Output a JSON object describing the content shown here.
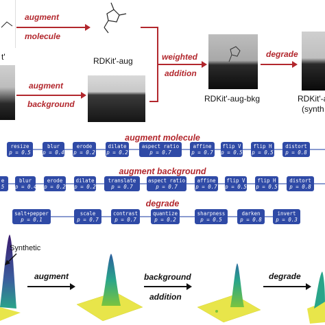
{
  "top": {
    "augment_molecule_label_1": "augment",
    "augment_molecule_label_2": "molecule",
    "augment_background_label_1": "augment",
    "augment_background_label_2": "background",
    "weighted_addition_label_1": "weighted",
    "weighted_addition_label_2": "addition",
    "degrade_label": "degrade",
    "caption_left": "t'",
    "caption_aug": "RDKit'-aug",
    "caption_aug_bkg": "RDKit'-aug-bkg",
    "caption_right_1": "RDKit'-a",
    "caption_right_2": "(synth"
  },
  "sections": {
    "augment_molecule": {
      "title": "augment molecule",
      "ops": [
        {
          "name": "resize",
          "p": "p = 0.5"
        },
        {
          "name": "blur",
          "p": "p = 0.4"
        },
        {
          "name": "erode",
          "p": "p = 0.2"
        },
        {
          "name": "dilate",
          "p": "p = 0.2"
        },
        {
          "name": "aspect ratio",
          "p": "p = 0.7"
        },
        {
          "name": "affine",
          "p": "p = 0.7"
        },
        {
          "name": "flip V",
          "p": "p = 0.5"
        },
        {
          "name": "flip H",
          "p": "p = 0.5"
        },
        {
          "name": "distort",
          "p": "p = 0.8"
        }
      ]
    },
    "augment_background": {
      "title": "augment background",
      "ops": [
        {
          "name": "e",
          "p": "5"
        },
        {
          "name": "blur",
          "p": "p = 0.4"
        },
        {
          "name": "erode",
          "p": "p = 0.2"
        },
        {
          "name": "dilate",
          "p": "p = 0.2"
        },
        {
          "name": "translate",
          "p": "p = 0.7"
        },
        {
          "name": "aspect ratio",
          "p": "p = 0.7"
        },
        {
          "name": "affine",
          "p": "p = 0.7"
        },
        {
          "name": "flip V",
          "p": "p = 0.5"
        },
        {
          "name": "flip H",
          "p": "p = 0.5"
        },
        {
          "name": "distort",
          "p": "p = 0.8"
        }
      ]
    },
    "degrade": {
      "title": "degrade",
      "ops": [
        {
          "name": "salt+pepper",
          "p": "p = 0.1"
        },
        {
          "name": "scale",
          "p": "p = 0.7"
        },
        {
          "name": "contrast",
          "p": "p = 0.7"
        },
        {
          "name": "quantize",
          "p": "p = 0.2"
        },
        {
          "name": "sharpness",
          "p": "p = 0.5"
        },
        {
          "name": "darken",
          "p": "p = 0.8"
        },
        {
          "name": "invert",
          "p": "p = 0.3"
        }
      ]
    }
  },
  "bottom": {
    "synthetic_label": "Synthetic",
    "augment_label": "augment",
    "background_addition_label_1": "background",
    "background_addition_label_2": "addition",
    "degrade_label": "degrade"
  },
  "colors": {
    "red": "#b2272d",
    "box_blue": "#2f4aa6",
    "surface_yellow": "#e8e54a",
    "peak_purple": "#3b1a6e"
  }
}
